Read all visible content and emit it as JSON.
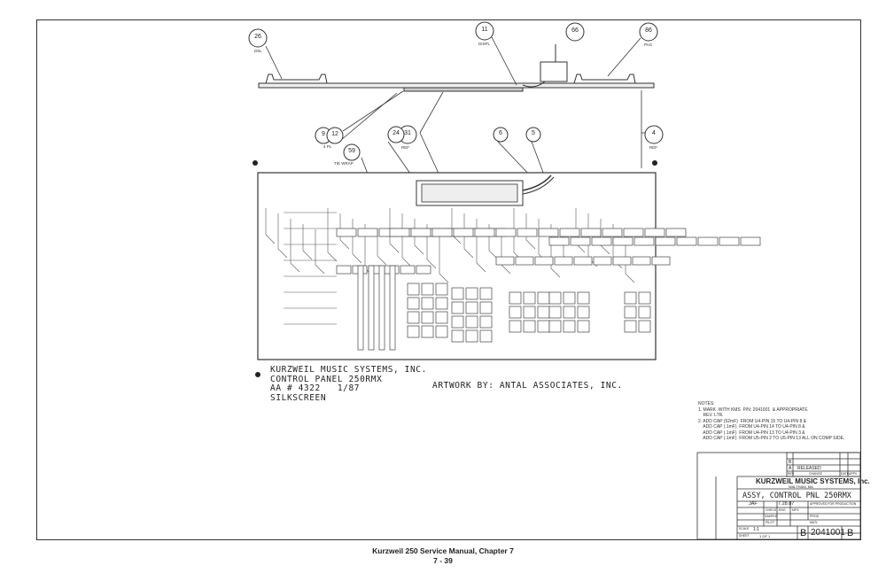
{
  "callouts": [
    {
      "id": "c26",
      "number": "26",
      "sub": "DSL"
    },
    {
      "id": "c11",
      "number": "11",
      "sub": "DISPL"
    },
    {
      "id": "c66",
      "number": "66",
      "sub": ""
    },
    {
      "id": "c86",
      "number": "86",
      "sub": "PAG"
    },
    {
      "id": "c9",
      "number": "9",
      "sub": ""
    },
    {
      "id": "c12",
      "number": "12",
      "sub": "4 PL"
    },
    {
      "id": "c31",
      "number": "31",
      "sub": "REF"
    },
    {
      "id": "c6",
      "number": "6",
      "sub": ""
    },
    {
      "id": "c5",
      "number": "5",
      "sub": ""
    },
    {
      "id": "c24",
      "number": "24",
      "sub": ""
    },
    {
      "id": "c59",
      "number": "59",
      "sub": "TIE WRAP"
    },
    {
      "id": "c4",
      "number": "4",
      "sub": "REF"
    }
  ],
  "silkscreen": {
    "line1": "KURZWEIL MUSIC SYSTEMS, INC.",
    "line2": "CONTROL PANEL 250RMX",
    "line3": "AA # 4322   1/87",
    "line4": "SILKSCREEN"
  },
  "artwork": "ARTWORK BY:  ANTAL ASSOCIATES, INC.",
  "notes": {
    "title": "NOTES:",
    "n1a": "1. MARK  WITH KMS  P/N: 2041001  & APPROPRIATE",
    "n1b": "    REV. LTR.",
    "n2a": "2. ADD CAP (52mF)  FROM U4-PIN 15 TO U4-PIN 8 &",
    "n2b": "    ADD CAP (.1mF)  FROM U4-PIN 14 TO U4-PIN 8 &",
    "n2c": "    ADD CAP (.1mF)  FROM U4-PIN 13 TO U4-PIN 3 &",
    "n2d": "    ADD CAP (.1mF)  FROM U5-PIN 2 TO U5-PIN 13 ALL ON COMP SIDE."
  },
  "title_block": {
    "company": "KURZWEIL MUSIC SYSTEMS, Inc.",
    "city": "WALTHAM, MA",
    "title": "ASSY, CONTROL PNL 250RMX",
    "drawn": "JAF",
    "date": "7.28.87",
    "approved": "APPROVED FOR PRODUCTION",
    "scale_label": "SCALE",
    "scale": "1:1",
    "size": "B",
    "dwg_no": "2041001",
    "rev": "B",
    "sheet_label": "SHEET",
    "sheet": "1 OF 1",
    "rev_a": "A",
    "rev_a_desc": "RELEASED",
    "rev_b": "B",
    "rev_col1": "REV",
    "rev_col2": "CHANGE",
    "rev_col3": "DATE",
    "rev_col4": "APPV",
    "check_label": "CHECK",
    "sample_label": "SAMPLE",
    "pilot_label": "PILOT",
    "eng_label": "ENG",
    "mfg_label": "MFG",
    "prod_label": "PROD",
    "matl_label": "MATL"
  },
  "footer": {
    "line1": "Kurzweil 250 Service Manual, Chapter 7",
    "line2": "7 - 39"
  }
}
